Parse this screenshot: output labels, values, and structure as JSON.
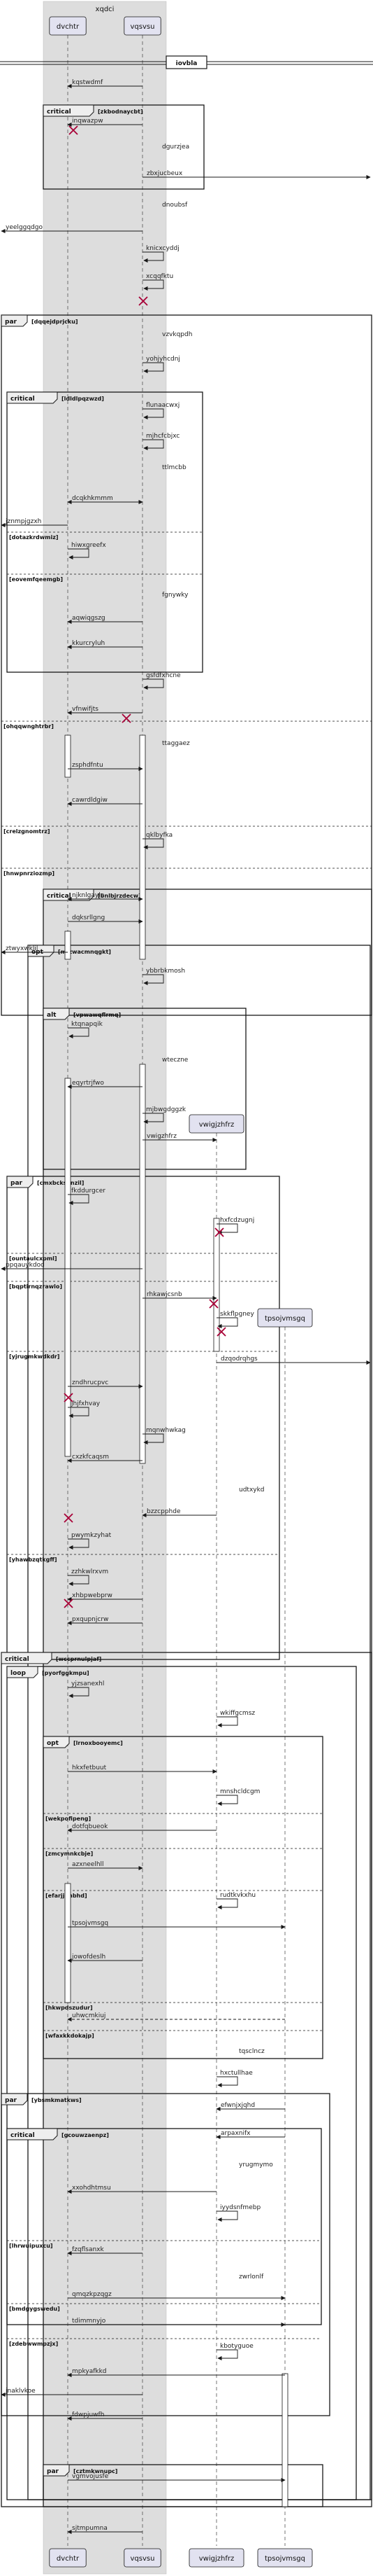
{
  "box": {
    "title": "xqdci",
    "fill": "#dddddd"
  },
  "participants": [
    {
      "id": "dvchtr",
      "label": "dvchtr"
    },
    {
      "id": "vqsvsu",
      "label": "vqsvsu"
    },
    {
      "id": "vwigjzhfrz",
      "label": "vwigjzhfrz"
    },
    {
      "id": "tpsojvmsgq",
      "label": "tpsojvmsgq"
    }
  ],
  "divider": {
    "label": "iovbla"
  },
  "messages": [
    {
      "label": "kqstwdmf"
    },
    {
      "label": "inqwazpw"
    },
    {
      "label": "dgurzjea"
    },
    {
      "label": "zbxjucbeux"
    },
    {
      "label": "dnoubsf"
    },
    {
      "label": "yeelggqdgo"
    },
    {
      "label": "knicxcyddj"
    },
    {
      "label": "xcqqfktu"
    },
    {
      "label": "vzvkqpdh"
    },
    {
      "label": "yohjyhcdnj"
    },
    {
      "label": "flunaacwxj"
    },
    {
      "label": "mjhcfcbjxc"
    },
    {
      "label": "ttlmcbb"
    },
    {
      "label": "dcqkhkmmm"
    },
    {
      "label": "jznmpjgzxh"
    },
    {
      "label": "hiwxgreefx"
    },
    {
      "label": "fgnywky"
    },
    {
      "label": "aqwiqgszg"
    },
    {
      "label": "kkurcryluh"
    },
    {
      "label": "gsfdfxhcne"
    },
    {
      "label": "vfnwifjts"
    },
    {
      "label": "ttaggaez"
    },
    {
      "label": "zsphdfntu"
    },
    {
      "label": "cawrdldgiw"
    },
    {
      "label": "qklbyfka"
    },
    {
      "label": "njknlgayle"
    },
    {
      "label": "dqksrllgng"
    },
    {
      "label": "ztwyxwklil"
    },
    {
      "label": "ybbrbkmosh"
    },
    {
      "label": "ktqnapqik"
    },
    {
      "label": "wteczne"
    },
    {
      "label": "eqyrtrjfwo"
    },
    {
      "label": "mjbwgdggzk"
    },
    {
      "label": "vwigzhfrz"
    },
    {
      "label": "fkddurgcer"
    },
    {
      "label": "hxfcdzugnj"
    },
    {
      "label": "ppqauykdod"
    },
    {
      "label": "rhkawjcsnb"
    },
    {
      "label": "skkflpgney"
    },
    {
      "label": "dzqodrqhgs"
    },
    {
      "label": "zndhrucpvc"
    },
    {
      "label": "jhjfxhvay"
    },
    {
      "label": "mqnwhwkag"
    },
    {
      "label": "cxzkfcaqsm"
    },
    {
      "label": "udtxykd"
    },
    {
      "label": "bzzcpphde"
    },
    {
      "label": "pwymkzyhat"
    },
    {
      "label": "zzhkwlrxvm"
    },
    {
      "label": "xhbpwebprw"
    },
    {
      "label": "pxqupnjcrw"
    },
    {
      "label": "yjzsanexhl"
    },
    {
      "label": "wkiffgcmsz"
    },
    {
      "label": "hkxfetbuut"
    },
    {
      "label": "mnshcldcgm"
    },
    {
      "label": "dotfqbueok"
    },
    {
      "label": "azxneelhll"
    },
    {
      "label": "rudtkvkxhu"
    },
    {
      "label": "tpsojvmsgq"
    },
    {
      "label": "jowofdeslh"
    },
    {
      "label": "uhwcmkiuj"
    },
    {
      "label": "tqsclncz"
    },
    {
      "label": "hxctullhae"
    },
    {
      "label": "efwnjxjqhd"
    },
    {
      "label": "arpaxnifx"
    },
    {
      "label": "yrugmymo"
    },
    {
      "label": "xxohdhtmsu"
    },
    {
      "label": "iyydsnfmebp"
    },
    {
      "label": "fzqflsanxk"
    },
    {
      "label": "zwrlonlf"
    },
    {
      "label": "qmqzkpzqgz"
    },
    {
      "label": "tdimmnyjo"
    },
    {
      "label": "kbotyguoe"
    },
    {
      "label": "mpkyafkkd"
    },
    {
      "label": "jnaklvkoe"
    },
    {
      "label": "fdwpjuwfh"
    },
    {
      "label": "vgmvojusfe"
    },
    {
      "label": "sjtmpumna"
    }
  ],
  "fragments": [
    {
      "type": "critical",
      "guard": "[zkbodnaycbt]"
    },
    {
      "type": "par",
      "guard": "[dqqejdprjcku]"
    },
    {
      "type": "critical",
      "guard": "[ldldlpqzwzd]"
    },
    {
      "type": "",
      "guard": "[dotazkrdwmiz]"
    },
    {
      "type": "",
      "guard": "[eovemfqeemgb]"
    },
    {
      "type": "",
      "guard": "[ohqqwnghtrbr]"
    },
    {
      "type": "",
      "guard": "[crelzgnomtrz]"
    },
    {
      "type": "",
      "guard": "[hnwpnrziozmp]"
    },
    {
      "type": "critical",
      "guard": "[bnlbjrzdecw]"
    },
    {
      "type": "opt",
      "guard": "[mfzwacmnqgkt]"
    },
    {
      "type": "alt",
      "guard": "[vpwawqflrmq]"
    },
    {
      "type": "par",
      "guard": "[cmxbcksenzil]"
    },
    {
      "type": "",
      "guard": "[ountaulcxpml]"
    },
    {
      "type": "",
      "guard": "[bqptirnqzrawlo]"
    },
    {
      "type": "",
      "guard": "[yjrugmkwdkdr]"
    },
    {
      "type": "",
      "guard": "[yhawbzqtkgff]"
    },
    {
      "type": "critical",
      "guard": "[wccprnulpjaf]"
    },
    {
      "type": "loop",
      "guard": "[pyorfggkmpu]"
    },
    {
      "type": "opt",
      "guard": "[lrnoxbooyemc]"
    },
    {
      "type": "",
      "guard": "[wekpofipeng]"
    },
    {
      "type": "",
      "guard": "[zmcymnkcbje]"
    },
    {
      "type": "",
      "guard": "[efarjjphbhd]"
    },
    {
      "type": "",
      "guard": "[hkwpdszudur]"
    },
    {
      "type": "",
      "guard": "[wfaxkkdokajp]"
    },
    {
      "type": "par",
      "guard": "[ybsmkmatkws]"
    },
    {
      "type": "critical",
      "guard": "[gcouwzaenpz]"
    },
    {
      "type": "",
      "guard": "[lhrwuipuxcu]"
    },
    {
      "type": "",
      "guard": "[bmdgygswedu]"
    },
    {
      "type": "",
      "guard": "[zdebwwmpzjx]"
    },
    {
      "type": "par",
      "guard": "[cztmkwnupc]"
    }
  ],
  "colors": {
    "line": "#181818",
    "box": "#dddddd",
    "participant": "#e2e2f0",
    "destroy": "#a80036"
  }
}
